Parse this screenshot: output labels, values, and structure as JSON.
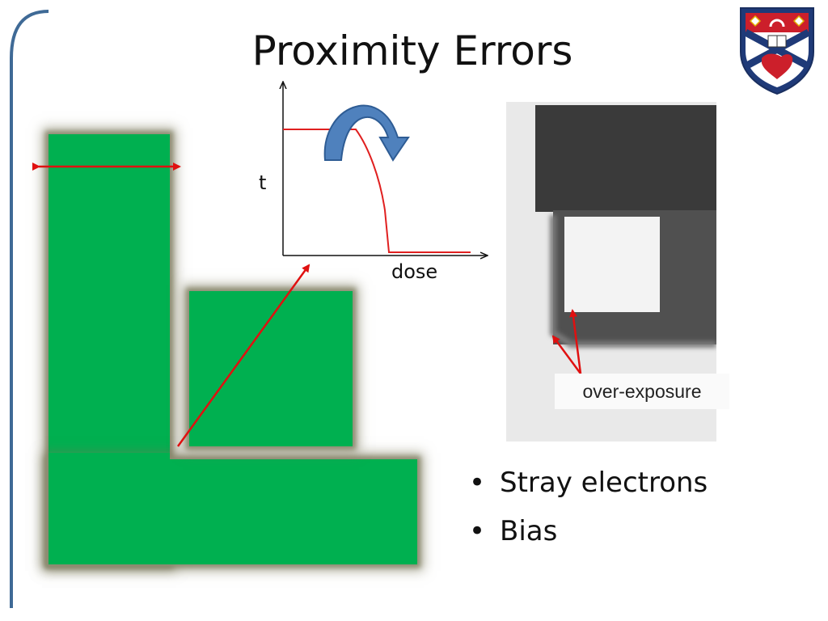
{
  "slide": {
    "title": "Proximity Errors",
    "bullets": [
      "Stray electrons",
      "Bias"
    ]
  },
  "graph": {
    "ylabel": "t",
    "xlabel": "dose",
    "curve_color": "#e02020",
    "rotation_arrow_color": "#4f81bd"
  },
  "sem_image": {
    "annotation": "over-exposure"
  },
  "colors": {
    "pattern_green": "#00b050",
    "annotation_red": "#e01010",
    "bracket_blue": "#3f6a96"
  },
  "icons": {
    "crest": "university-crest-icon",
    "rotation": "curved-arrow-icon"
  }
}
